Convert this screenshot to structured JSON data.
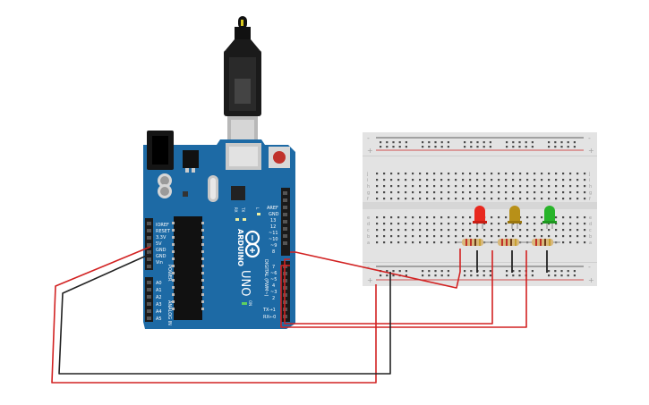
{
  "board": {
    "name": "ARDUINO",
    "model": "UNO",
    "pins": {
      "digital_header": "DIGITAL (PWM~)",
      "power_header": "POWER",
      "analog_header": "ANALOG IN",
      "top_right": [
        "AREF",
        "GND",
        "13",
        "12",
        "~11",
        "~10",
        "~9",
        "8"
      ],
      "bottom_right": [
        "7",
        "~6",
        "~5",
        "4",
        "~3",
        "2",
        "TX→1",
        "RX←0"
      ],
      "power": [
        "IOREF",
        "RESET",
        "3.3V",
        "5V",
        "GND",
        "GND",
        "Vin"
      ],
      "analog": [
        "A0",
        "A1",
        "A2",
        "A3",
        "A4",
        "A5"
      ],
      "leds": [
        "RX",
        "TX",
        "L",
        "ON"
      ]
    }
  },
  "breadboard": {
    "rows": [
      "a",
      "b",
      "c",
      "d",
      "e",
      "f",
      "g",
      "h",
      "i",
      "j"
    ],
    "rail_signs": [
      "-",
      "+"
    ]
  },
  "components": {
    "leds": [
      {
        "name": "red-led",
        "color": "#e8281e"
      },
      {
        "name": "yellow-led",
        "color": "#b89018"
      },
      {
        "name": "green-led",
        "color": "#28b42a"
      }
    ],
    "resistor_count": 3
  },
  "colors": {
    "board_blue": "#1d6aa5",
    "wire_red": "#d22222",
    "wire_black": "#222222",
    "breadboard": "#e3e3e3"
  }
}
